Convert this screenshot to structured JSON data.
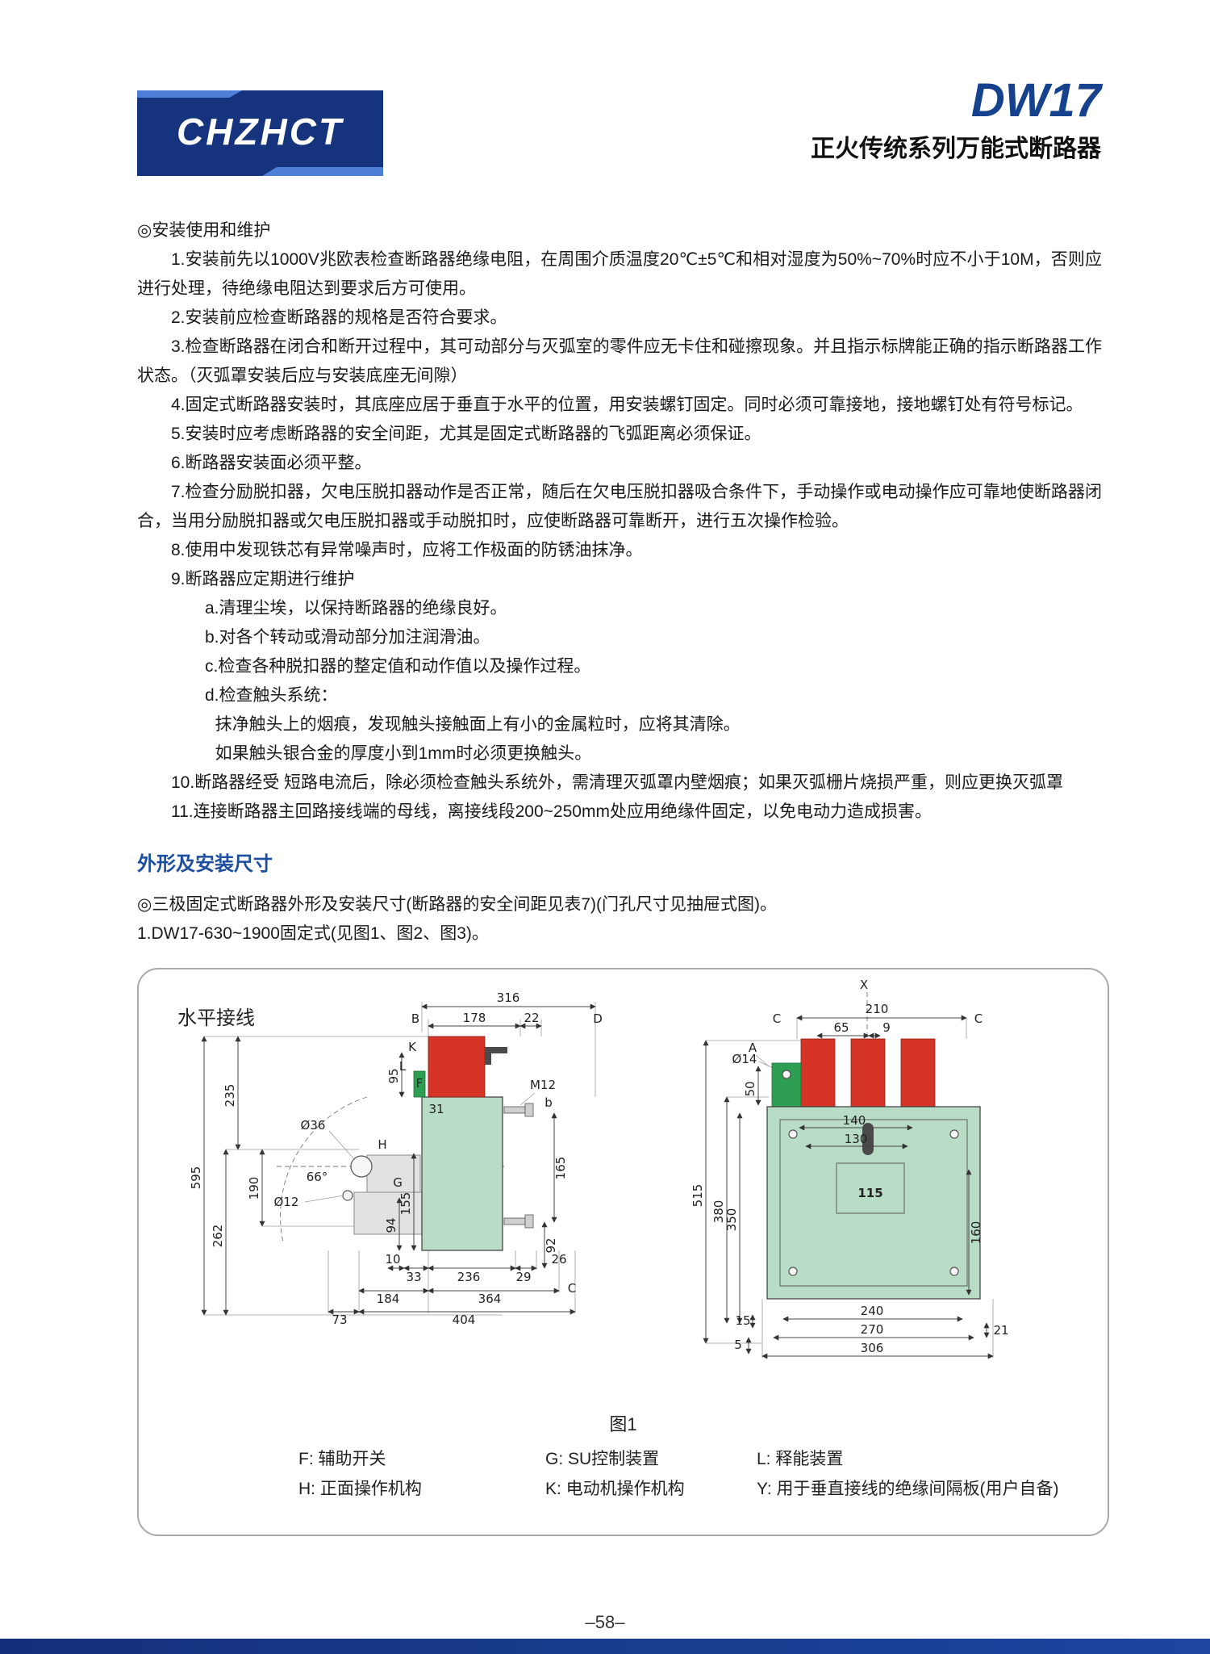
{
  "header": {
    "logo": "CHZHCT",
    "model": "DW17",
    "subtitle": "正火传统系列万能式断路器"
  },
  "maintenance": {
    "title": "◎安装使用和维护",
    "items": [
      "1.安装前先以1000V兆欧表检查断路器绝缘电阻，在周围介质温度20℃±5℃和相对湿度为50%~70%时应不小于10M，否则应进行处理，待绝缘电阻达到要求后方可使用。",
      "2.安装前应检查断路器的规格是否符合要求。",
      "3.检查断路器在闭合和断开过程中，其可动部分与灭弧室的零件应无卡住和碰擦现象。并且指示标牌能正确的指示断路器工作状态。（灭弧罩安装后应与安装底座无间隙）",
      "4.固定式断路器安装时，其底座应居于垂直于水平的位置，用安装螺钉固定。同时必须可靠接地，接地螺钉处有符号标记。",
      "5.安装时应考虑断路器的安全间距，尤其是固定式断路器的飞弧距离必须保证。",
      "6.断路器安装面必须平整。",
      "7.检查分励脱扣器，欠电压脱扣器动作是否正常，随后在欠电压脱扣器吸合条件下，手动操作或电动操作应可靠地使断路器闭合，当用分励脱扣器或欠电压脱扣器或手动脱扣时，应使断路器可靠断开，进行五次操作检验。",
      "8.使用中发现铁芯有异常噪声时，应将工作极面的防锈油抹净。",
      "9.断路器应定期进行维护",
      "a.清理尘埃，以保持断路器的绝缘良好。",
      "b.对各个转动或滑动部分加注润滑油。",
      "c.检查各种脱扣器的整定值和动作值以及操作过程。",
      "d.检查触头系统：",
      "抹净触头上的烟痕，发现触头接触面上有小的金属粒时，应将其清除。",
      "如果触头银合金的厚度小到1mm时必须更换触头。",
      "10.断路器经受 短路电流后，除必须检查触头系统外，需清理灭弧罩内壁烟痕；如果灭弧栅片烧损严重，则应更换灭弧罩",
      "11.连接断路器主回路接线端的母线，离接线段200~250mm处应用绝缘件固定，以免电动力造成损害。"
    ]
  },
  "dimensions_section": {
    "title": "外形及安装尺寸",
    "note1": "◎三极固定式断路器外形及安装尺寸(断路器的安全间距见表7)(门孔尺寸见抽屉式图)。",
    "note2": "1.DW17-630~1900固定式(见图1、图2、图3)。"
  },
  "figure": {
    "panel_label": "水平接线",
    "caption": "图1",
    "legend": [
      "F:  辅助开关",
      "G:  SU控制装置",
      "L:  释能装置",
      "H:  正面操作机构",
      "K:  电动机操作机构",
      "Y:  用于垂直接线的绝缘间隔板(用户自备)"
    ],
    "left": {
      "d316": "316",
      "d178": "178",
      "d22": "22",
      "B": "B",
      "D": "D",
      "K": "K",
      "L": "L",
      "F": "F",
      "G": "G",
      "H": "H",
      "C": "C",
      "d595": "595",
      "d235": "235",
      "d190": "190",
      "d262": "262",
      "d95": "95",
      "d155": "155",
      "d94": "94",
      "d165": "165",
      "d92": "92",
      "d26": "26",
      "d31": "31",
      "dia36": "Ø36",
      "dia12": "Ø12",
      "angle": "66°",
      "M12": "M12",
      "b": "b",
      "d10": "10",
      "d33": "33",
      "d236": "236",
      "d29": "29",
      "d184": "184",
      "d364": "364",
      "d73": "73",
      "d404": "404"
    },
    "right": {
      "X": "X",
      "C1": "C",
      "C2": "C",
      "A": "A",
      "d210": "210",
      "d65": "65",
      "d9": "9",
      "dia14": "Ø14",
      "d50": "50",
      "d515": "515",
      "d380": "380",
      "d350": "350",
      "d140": "140",
      "d130": "130",
      "d115": "115",
      "d160": "160",
      "d240": "240",
      "d270": "270",
      "d306": "306",
      "d21": "21",
      "d15": "15",
      "d5": "5"
    }
  },
  "footer": {
    "page_number": "–58–"
  }
}
